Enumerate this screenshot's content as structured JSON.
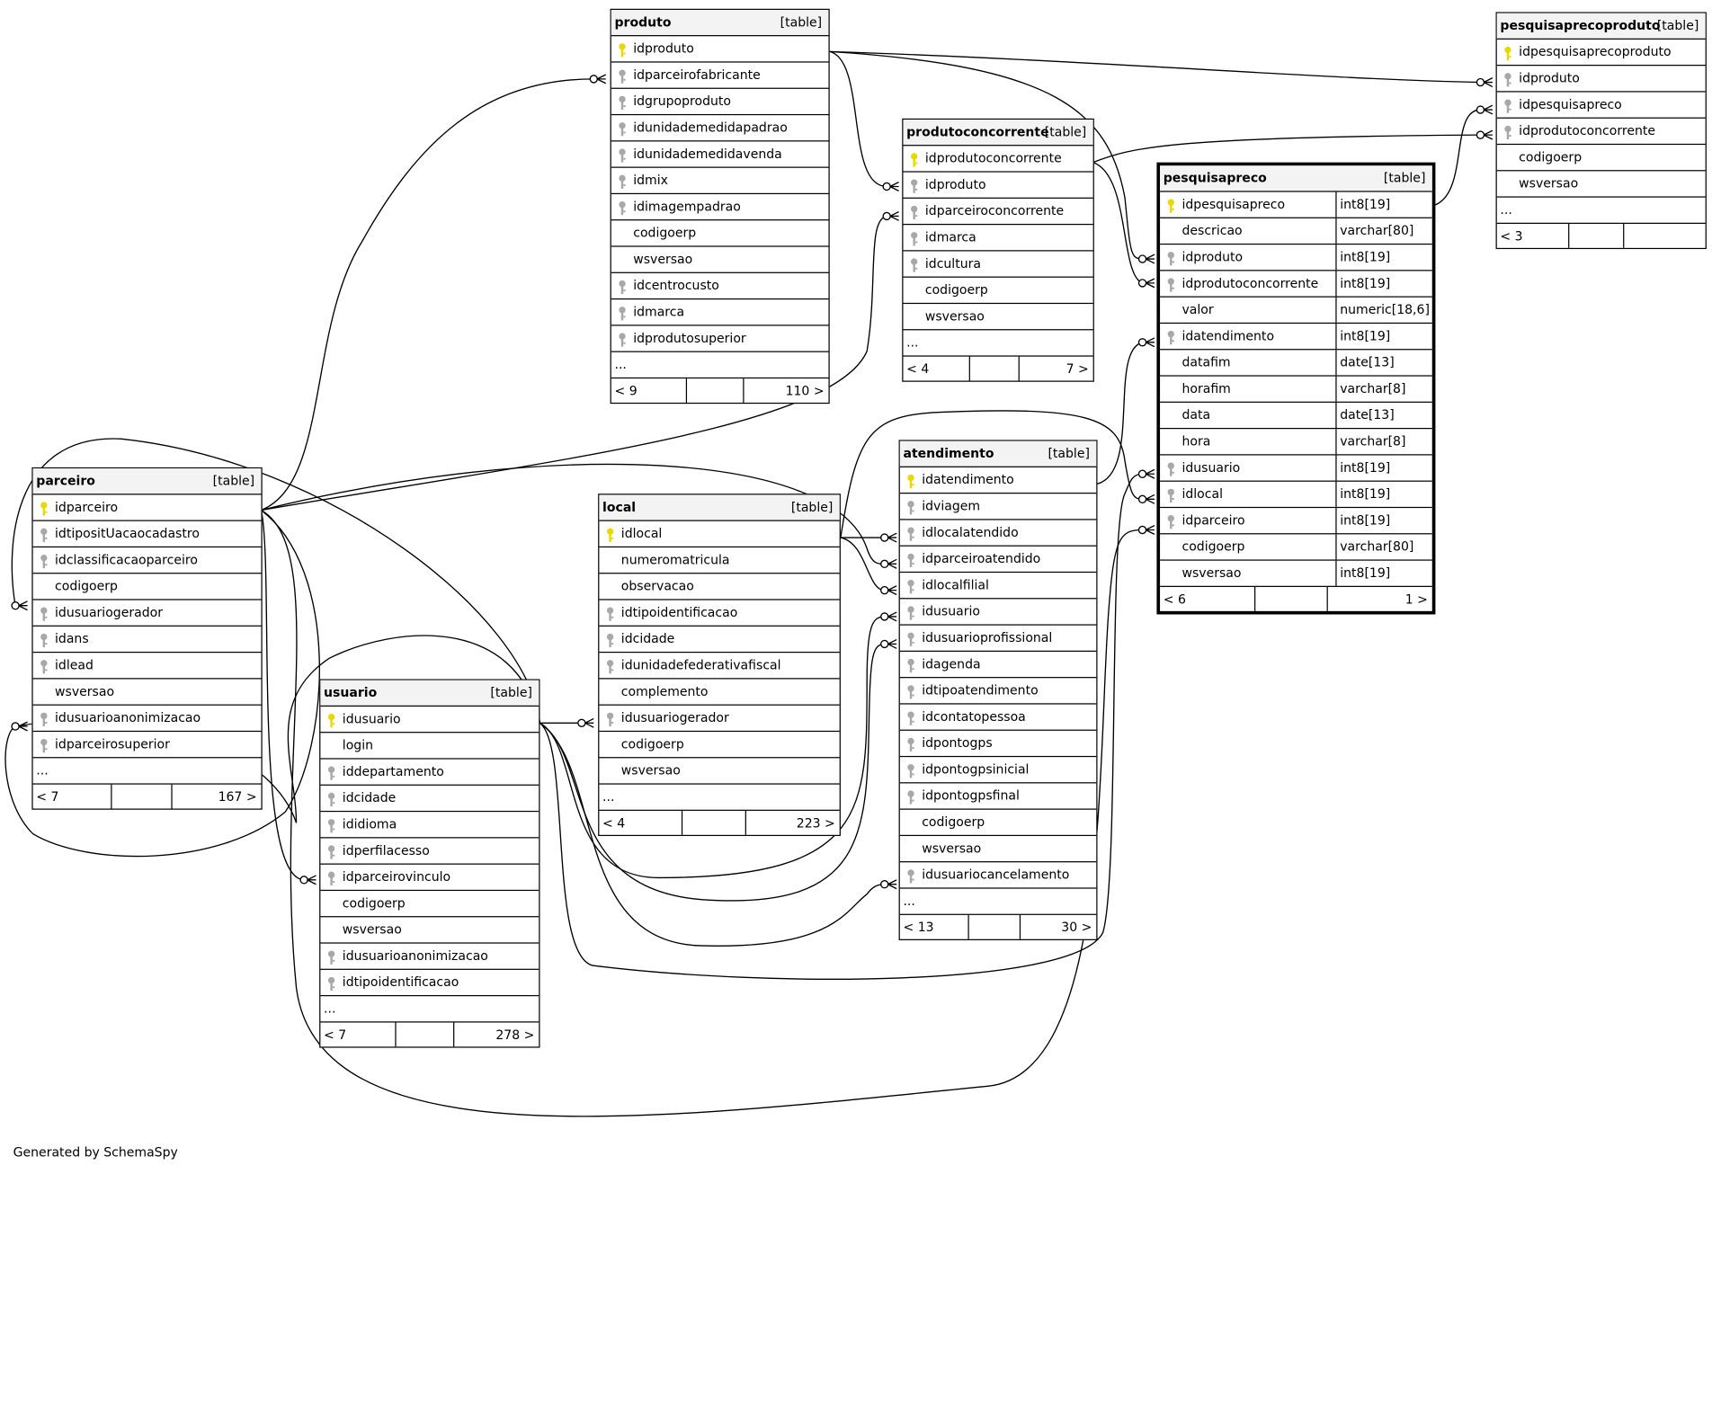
{
  "credit": "Generated by SchemaSpy",
  "type_label": "[table]",
  "colors": {
    "pk_key": "#e8d800",
    "fk_key": "#a8a8a8",
    "header_bg": "#f3f3f3",
    "line": "#000000"
  },
  "tables": {
    "produto": {
      "name": "produto",
      "columns": [
        {
          "name": "idproduto",
          "key": "pk"
        },
        {
          "name": "idparceirofabricante",
          "key": "fk"
        },
        {
          "name": "idgrupoproduto",
          "key": "fk"
        },
        {
          "name": "idunidademedidapadrao",
          "key": "fk"
        },
        {
          "name": "idunidademedidavenda",
          "key": "fk"
        },
        {
          "name": "idmix",
          "key": "fk"
        },
        {
          "name": "idimagempadrao",
          "key": "fk"
        },
        {
          "name": "codigoerp",
          "key": ""
        },
        {
          "name": "wsversao",
          "key": ""
        },
        {
          "name": "idcentrocusto",
          "key": "fk"
        },
        {
          "name": "idmarca",
          "key": "fk"
        },
        {
          "name": "idprodutosuperior",
          "key": "fk"
        }
      ],
      "more": "...",
      "footer_left": "< 9",
      "footer_right": "110 >"
    },
    "produtoconcorrente": {
      "name": "produtoconcorrente",
      "columns": [
        {
          "name": "idprodutoconcorrente",
          "key": "pk"
        },
        {
          "name": "idproduto",
          "key": "fk"
        },
        {
          "name": "idparceiroconcorrente",
          "key": "fk"
        },
        {
          "name": "idmarca",
          "key": "fk"
        },
        {
          "name": "idcultura",
          "key": "fk"
        },
        {
          "name": "codigoerp",
          "key": ""
        },
        {
          "name": "wsversao",
          "key": ""
        }
      ],
      "more": "...",
      "footer_left": "< 4",
      "footer_right": "7 >"
    },
    "pesquisaprecoproduto": {
      "name": "pesquisaprecoproduto",
      "columns": [
        {
          "name": "idpesquisaprecoproduto",
          "key": "pk"
        },
        {
          "name": "idproduto",
          "key": "fk"
        },
        {
          "name": "idpesquisapreco",
          "key": "fk"
        },
        {
          "name": "idprodutoconcorrente",
          "key": "fk"
        },
        {
          "name": "codigoerp",
          "key": ""
        },
        {
          "name": "wsversao",
          "key": ""
        }
      ],
      "more": "...",
      "footer_left": "< 3",
      "footer_right": ""
    },
    "pesquisapreco": {
      "name": "pesquisapreco",
      "columns": [
        {
          "name": "idpesquisapreco",
          "key": "pk",
          "type": "int8[19]"
        },
        {
          "name": "descricao",
          "key": "",
          "type": "varchar[80]"
        },
        {
          "name": "idproduto",
          "key": "fk",
          "type": "int8[19]"
        },
        {
          "name": "idprodutoconcorrente",
          "key": "fk",
          "type": "int8[19]"
        },
        {
          "name": "valor",
          "key": "",
          "type": "numeric[18,6]"
        },
        {
          "name": "idatendimento",
          "key": "fk",
          "type": "int8[19]"
        },
        {
          "name": "datafim",
          "key": "",
          "type": "date[13]"
        },
        {
          "name": "horafim",
          "key": "",
          "type": "varchar[8]"
        },
        {
          "name": "data",
          "key": "",
          "type": "date[13]"
        },
        {
          "name": "hora",
          "key": "",
          "type": "varchar[8]"
        },
        {
          "name": "idusuario",
          "key": "fk",
          "type": "int8[19]"
        },
        {
          "name": "idlocal",
          "key": "fk",
          "type": "int8[19]"
        },
        {
          "name": "idparceiro",
          "key": "fk",
          "type": "int8[19]"
        },
        {
          "name": "codigoerp",
          "key": "",
          "type": "varchar[80]"
        },
        {
          "name": "wsversao",
          "key": "",
          "type": "int8[19]"
        }
      ],
      "more": "",
      "footer_left": "< 6",
      "footer_right": "1 >"
    },
    "parceiro": {
      "name": "parceiro",
      "columns": [
        {
          "name": "idparceiro",
          "key": "pk"
        },
        {
          "name": "idtipositUacaocadastro",
          "key": "fk"
        },
        {
          "name": "idclassificacaoparceiro",
          "key": "fk"
        },
        {
          "name": "codigoerp",
          "key": ""
        },
        {
          "name": "idusuariogerador",
          "key": "fk"
        },
        {
          "name": "idans",
          "key": "fk"
        },
        {
          "name": "idlead",
          "key": "fk"
        },
        {
          "name": "wsversao",
          "key": ""
        },
        {
          "name": "idusuarioanonimizacao",
          "key": "fk"
        },
        {
          "name": "idparceirosuperior",
          "key": "fk"
        }
      ],
      "more": "...",
      "footer_left": "< 7",
      "footer_right": "167 >"
    },
    "usuario": {
      "name": "usuario",
      "columns": [
        {
          "name": "idusuario",
          "key": "pk"
        },
        {
          "name": "login",
          "key": ""
        },
        {
          "name": "iddepartamento",
          "key": "fk"
        },
        {
          "name": "idcidade",
          "key": "fk"
        },
        {
          "name": "ididioma",
          "key": "fk"
        },
        {
          "name": "idperfilacesso",
          "key": "fk"
        },
        {
          "name": "idparceirovinculo",
          "key": "fk"
        },
        {
          "name": "codigoerp",
          "key": ""
        },
        {
          "name": "wsversao",
          "key": ""
        },
        {
          "name": "idusuarioanonimizacao",
          "key": "fk"
        },
        {
          "name": "idtipoidentificacao",
          "key": "fk"
        }
      ],
      "more": "...",
      "footer_left": "< 7",
      "footer_right": "278 >"
    },
    "local": {
      "name": "local",
      "columns": [
        {
          "name": "idlocal",
          "key": "pk"
        },
        {
          "name": "numeromatricula",
          "key": ""
        },
        {
          "name": "observacao",
          "key": ""
        },
        {
          "name": "idtipoidentificacao",
          "key": "fk"
        },
        {
          "name": "idcidade",
          "key": "fk"
        },
        {
          "name": "idunidadefederativafiscal",
          "key": "fk"
        },
        {
          "name": "complemento",
          "key": ""
        },
        {
          "name": "idusuariogerador",
          "key": "fk"
        },
        {
          "name": "codigoerp",
          "key": ""
        },
        {
          "name": "wsversao",
          "key": ""
        }
      ],
      "more": "...",
      "footer_left": "< 4",
      "footer_right": "223 >"
    },
    "atendimento": {
      "name": "atendimento",
      "columns": [
        {
          "name": "idatendimento",
          "key": "pk"
        },
        {
          "name": "idviagem",
          "key": "fk"
        },
        {
          "name": "idlocalatendido",
          "key": "fk"
        },
        {
          "name": "idparceiroatendido",
          "key": "fk"
        },
        {
          "name": "idlocalfilial",
          "key": "fk"
        },
        {
          "name": "idusuario",
          "key": "fk"
        },
        {
          "name": "idusuarioprofissional",
          "key": "fk"
        },
        {
          "name": "idagenda",
          "key": "fk"
        },
        {
          "name": "idtipoatendimento",
          "key": "fk"
        },
        {
          "name": "idcontatopessoa",
          "key": "fk"
        },
        {
          "name": "idpontogps",
          "key": "fk"
        },
        {
          "name": "idpontogpsinicial",
          "key": "fk"
        },
        {
          "name": "idpontogpsfinal",
          "key": "fk"
        },
        {
          "name": "codigoerp",
          "key": ""
        },
        {
          "name": "wsversao",
          "key": ""
        },
        {
          "name": "idusuariocancelamento",
          "key": "fk"
        }
      ],
      "more": "...",
      "footer_left": "< 13",
      "footer_right": "30 >"
    }
  }
}
